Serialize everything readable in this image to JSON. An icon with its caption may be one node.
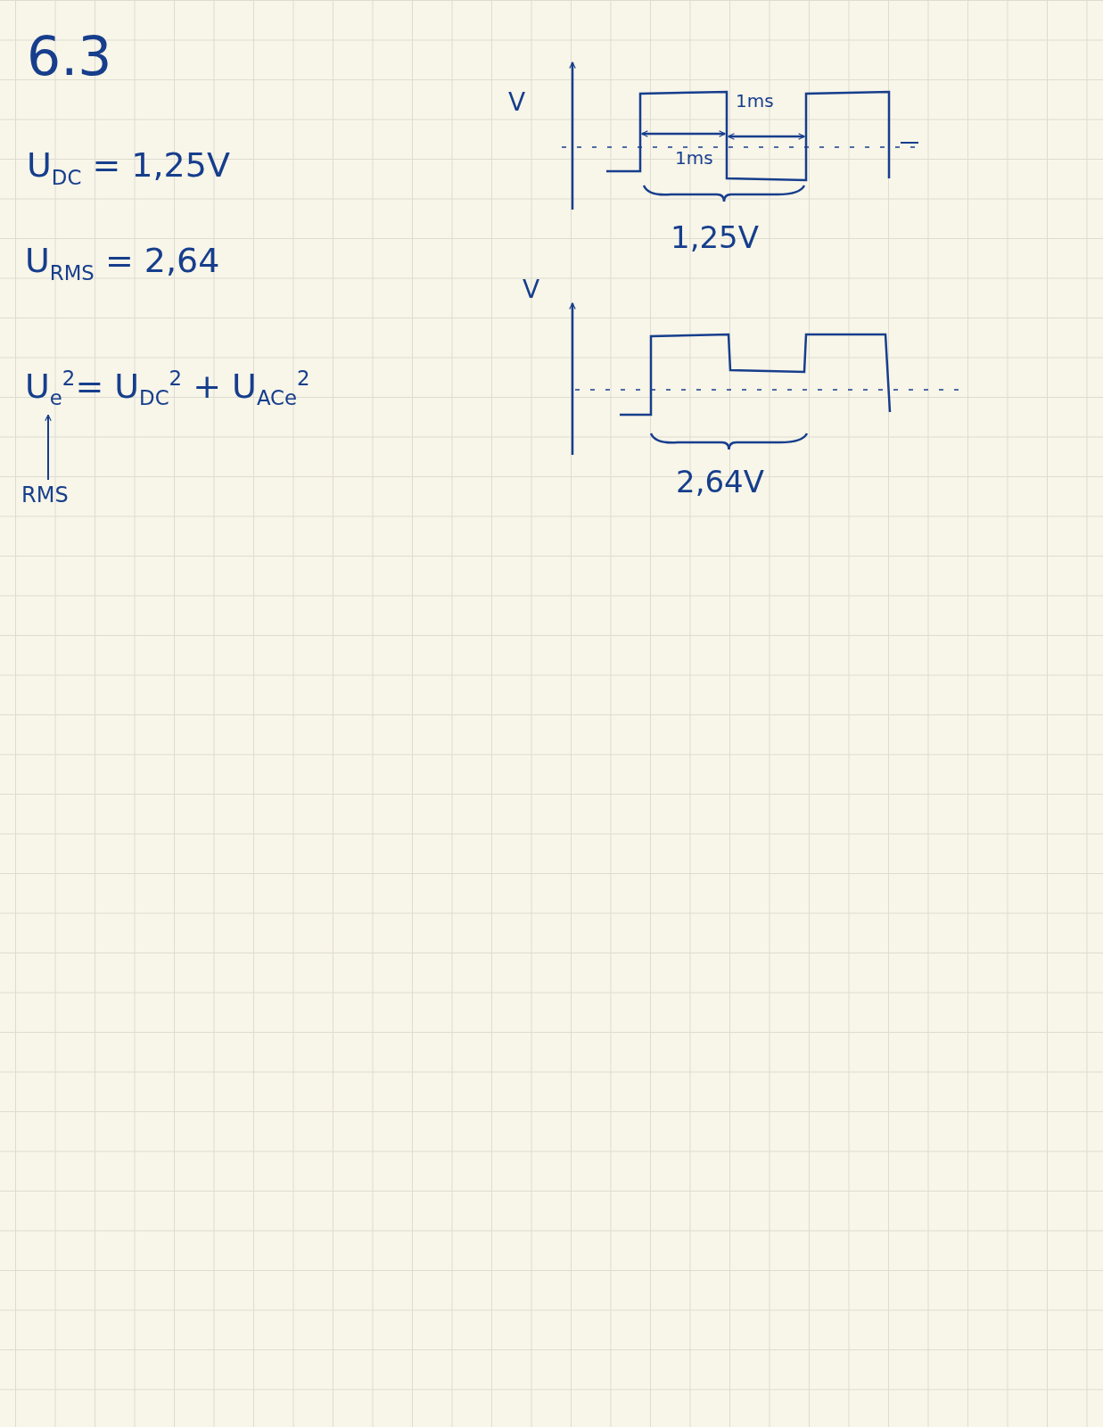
{
  "diagram": {
    "title": "6.3",
    "nodes": [
      {
        "text": [
          "U$_{e}$$^{2}$= U$_{DC}$$^{2}$ + U$_{ACe}$$^{2}$"
        ]
      },
      {
        "text": [
          "RMS"
        ]
      }
    ],
    "edges": [
      {
        "from": 1,
        "to": 0,
        "arrow": "to"
      }
    ],
    "labels": [
      "U$_{DC}$ = 1,25V",
      "U$_{RMS}$ = 2,64",
      "V",
      "1ms",
      "1ms",
      "1,25V",
      "V",
      "2,64V"
    ]
  }
}
